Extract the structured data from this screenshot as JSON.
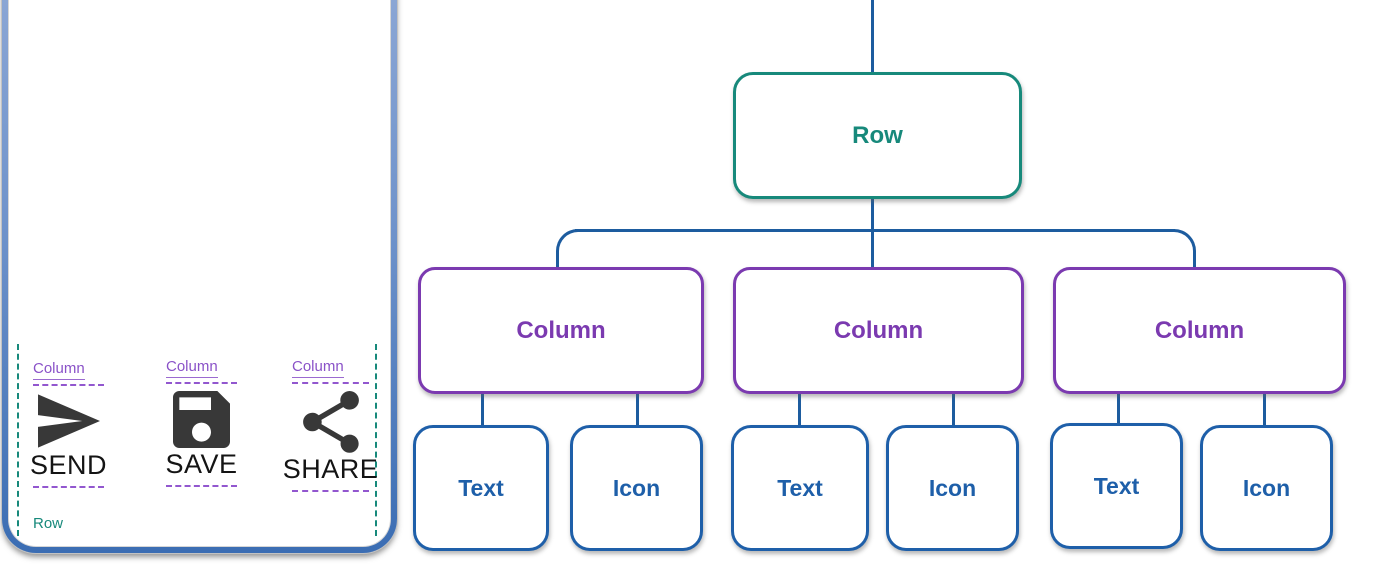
{
  "colors": {
    "connector": "#1d5c9f",
    "row_node_border": "#17897b",
    "column_node_border": "#7b3ab0",
    "leaf_node_border": "#1e5fa9",
    "overlay_row": "#17897b",
    "overlay_column": "#8a52c8",
    "frame_gradient_top": "#8fa9d6",
    "frame_gradient_bottom": "#3b6db3",
    "icon": "#383838"
  },
  "preview": {
    "row_overlay_label": "Row",
    "columns": [
      {
        "overlay_label": "Column",
        "icon": "send-icon",
        "caption": "SEND"
      },
      {
        "overlay_label": "Column",
        "icon": "save-icon",
        "caption": "SAVE"
      },
      {
        "overlay_label": "Column",
        "icon": "share-icon",
        "caption": "SHARE"
      }
    ]
  },
  "tree": {
    "root": {
      "label": "Row"
    },
    "columns": [
      {
        "label": "Column",
        "children": [
          {
            "label": "Text"
          },
          {
            "label": "Icon"
          }
        ]
      },
      {
        "label": "Column",
        "children": [
          {
            "label": "Text"
          },
          {
            "label": "Icon"
          }
        ]
      },
      {
        "label": "Column",
        "children": [
          {
            "label": "Text"
          },
          {
            "label": "Icon"
          }
        ]
      }
    ]
  }
}
